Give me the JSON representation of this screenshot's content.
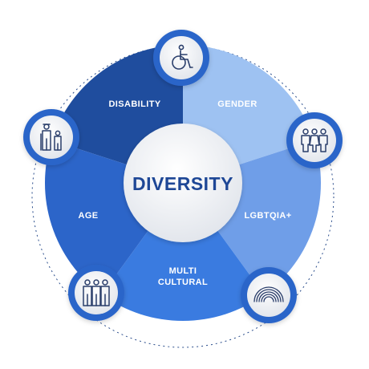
{
  "diagram": {
    "center_label": "DIVERSITY",
    "segments": [
      {
        "id": "disability",
        "lines": [
          "DISABILITY"
        ],
        "icon": "wheelchair-icon",
        "color": "#1f4d9e"
      },
      {
        "id": "gender",
        "lines": [
          "GENDER"
        ],
        "icon": "people-group-icon",
        "color": "#9ec2f2"
      },
      {
        "id": "lgbtqia",
        "lines": [
          "LGBTQIA+"
        ],
        "icon": "rainbow-icon",
        "color": "#6f9ee8"
      },
      {
        "id": "multicultural",
        "lines": [
          "MULTI",
          "CULTURAL"
        ],
        "icon": "three-people-icon",
        "color": "#3a7be0"
      },
      {
        "id": "age",
        "lines": [
          "AGE"
        ],
        "icon": "old-young-icon",
        "color": "#2c65c9"
      }
    ],
    "colors": {
      "center_text": "#1e4796",
      "center_fill": "#f2f4f7",
      "icon_ring": "#2c65c9",
      "icon_stroke": "#2a3e6b",
      "dotted_ring": "#2a4d8c"
    }
  }
}
